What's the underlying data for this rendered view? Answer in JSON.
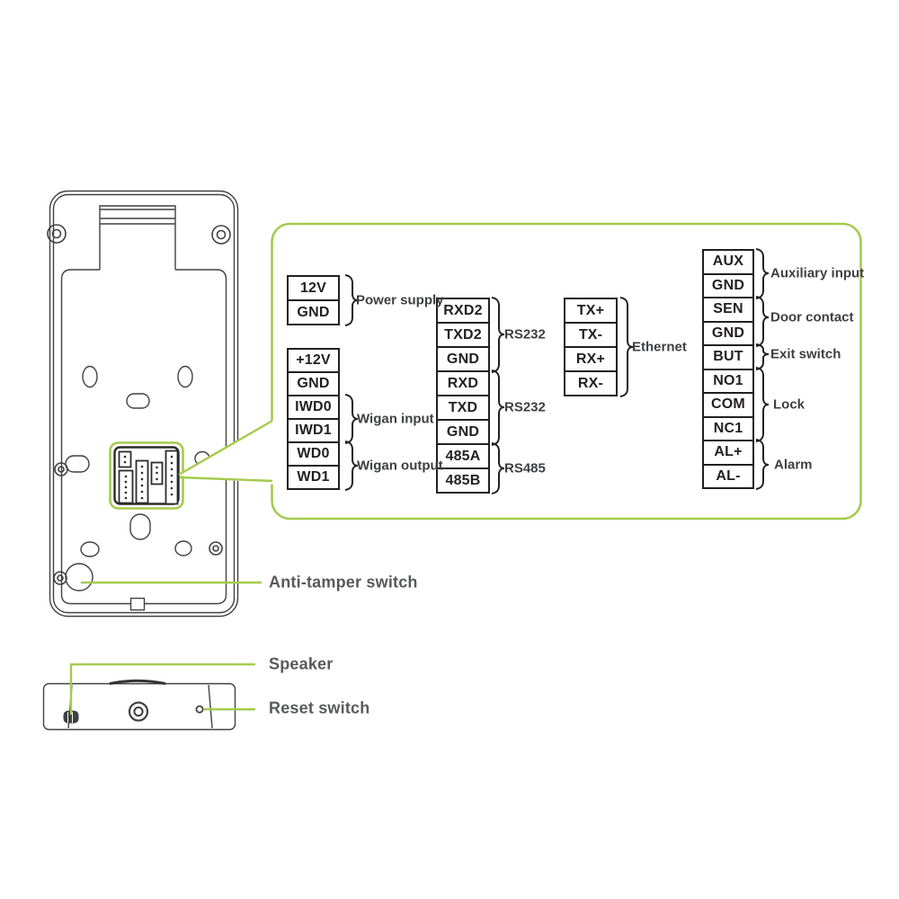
{
  "panel": {
    "columns": [
      {
        "name": "power",
        "terminals": [
          "12V",
          "GND"
        ]
      },
      {
        "name": "wiegand",
        "terminals": [
          "+12V",
          "GND",
          "IWD0",
          "IWD1",
          "WD0",
          "WD1"
        ]
      },
      {
        "name": "serial",
        "terminals": [
          "RXD2",
          "TXD2",
          "GND",
          "RXD",
          "TXD",
          "GND",
          "485A",
          "485B"
        ]
      },
      {
        "name": "ethernet",
        "terminals": [
          "TX+",
          "TX-",
          "RX+",
          "RX-"
        ]
      },
      {
        "name": "io",
        "terminals": [
          "AUX",
          "GND",
          "SEN",
          "GND",
          "BUT",
          "NO1",
          "COM",
          "NC1",
          "AL+",
          "AL-"
        ]
      }
    ],
    "group_labels": [
      "Power supply",
      "Wigan input",
      "Wigan output",
      "RS232",
      "RS232",
      "RS485",
      "Ethernet",
      "Auxiliary input",
      "Door contact",
      "Exit switch",
      "Lock",
      "Alarm"
    ]
  },
  "callouts": {
    "anti_tamper": "Anti-tamper switch",
    "speaker": "Speaker",
    "reset_switch": "Reset switch"
  },
  "colors": {
    "accent_green": "#a4cb4d",
    "line_dark": "#231f20",
    "callout_text": "#58595b",
    "panel_label_text": "#3e3f41"
  }
}
